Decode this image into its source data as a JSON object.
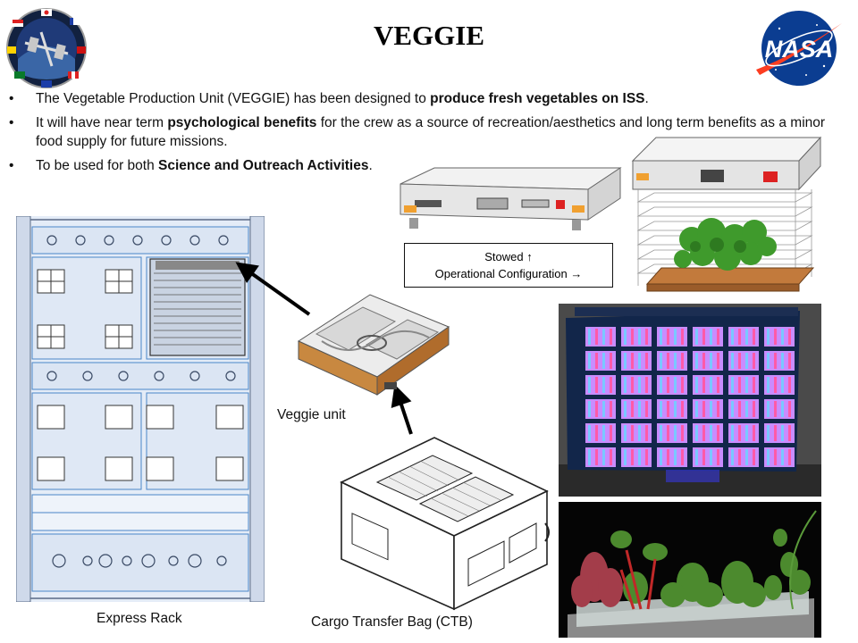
{
  "title": "VEGGIE",
  "bullets": [
    {
      "pre": "The Vegetable Production Unit (VEGGIE) has been designed to ",
      "bold": "produce fresh vegetables on ISS",
      "post": "."
    },
    {
      "pre": "It will have near term ",
      "bold": "psychological benefits",
      "post": " for the crew as a source of recreation/aesthetics and long term benefits as a minor food supply for future missions."
    },
    {
      "pre": "To be used for both ",
      "bold": "Science and Outreach Activities",
      "post": "."
    }
  ],
  "legend": {
    "line1": "Stowed     ↑",
    "line2": "Operational Configuration  →"
  },
  "captions": {
    "veggie_unit": "Veggie unit",
    "express_rack": "Express Rack",
    "ctb": "Cargo Transfer Bag (CTB)"
  },
  "logos": {
    "nasa": "NASA"
  },
  "colors": {
    "nasa_blue": "#0b3d91",
    "nasa_red": "#fc3d21",
    "rack_blue": "#4a86c8",
    "root_mat": "#c27a3c"
  }
}
